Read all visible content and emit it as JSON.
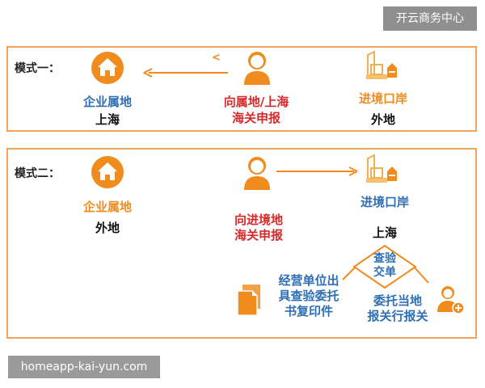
{
  "brand_badge": "开云商务中心",
  "watermark": "homeapp-kai-yun.com",
  "mode1": {
    "label": "模式一：",
    "left_title": "企业属地",
    "left_sub": "上海",
    "middle_line1": "向属地/上海",
    "middle_line2": "海关申报",
    "right_title": "进境口岸",
    "right_sub": "外地",
    "arrow_mark": "<"
  },
  "mode2": {
    "label": "模式二：",
    "left_title": "企业属地",
    "left_sub": "外地",
    "middle_line1": "向进境地",
    "middle_line2": "海关申报",
    "right_title": "进境口岸",
    "right_sub": "上海",
    "diamond_line1": "查验",
    "diamond_line2": "交单",
    "doc_line1": "经营单位出",
    "doc_line2": "具查验委托",
    "doc_line3": "书复印件",
    "agent_line1": "委托当地",
    "agent_line2": "报关行报关"
  },
  "colors": {
    "accent_orange": "#f08c1e",
    "border_orange": "#f2a35c",
    "blue": "#2e6fb5",
    "red": "#d52a2a"
  },
  "icons": [
    "home-icon",
    "person-icon",
    "port-icon",
    "document-icon",
    "add-user-icon"
  ]
}
